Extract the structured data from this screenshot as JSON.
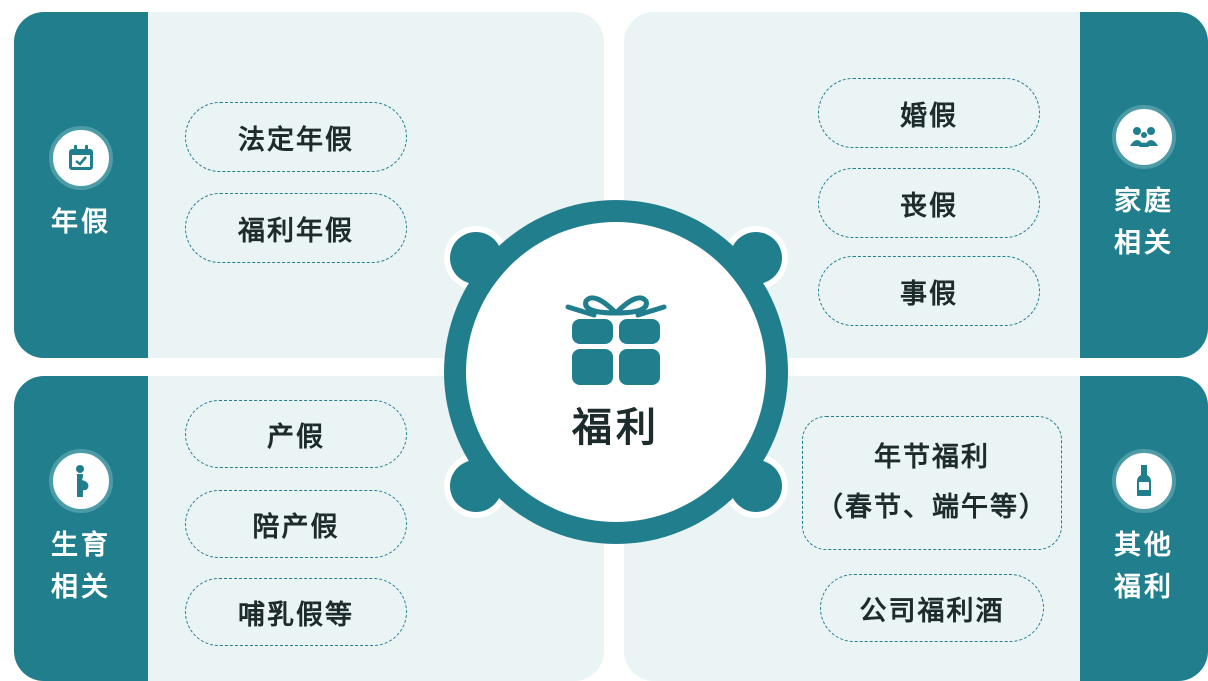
{
  "center": {
    "title": "福利",
    "icon": "gift-icon"
  },
  "annual_leave": {
    "label": "年假",
    "icon": "calendar-check-icon",
    "items": [
      "法定年假",
      "福利年假"
    ]
  },
  "family": {
    "label_line1": "家庭",
    "label_line2": "相关",
    "icon": "family-icon",
    "items": [
      "婚假",
      "丧假",
      "事假"
    ]
  },
  "maternity": {
    "label_line1": "生育",
    "label_line2": "相关",
    "icon": "pregnant-woman-icon",
    "items": [
      "产假",
      "陪产假",
      "哺乳假等"
    ]
  },
  "other": {
    "label_line1": "其他",
    "label_line2": "福利",
    "icon": "bottle-icon",
    "items": [
      {
        "line1": "年节福利",
        "line2": "（春节、端午等）"
      },
      {
        "line1": "公司福利酒"
      }
    ]
  },
  "colors": {
    "primary": "#217f8d",
    "panel": "#ebf4f5",
    "text": "#1e2b2d"
  }
}
